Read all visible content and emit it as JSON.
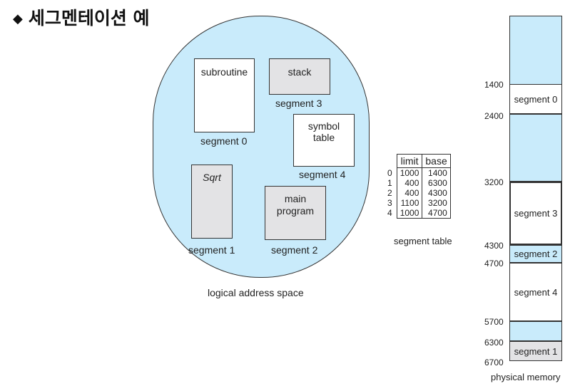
{
  "title": "세그멘테이션 예",
  "bullet_icon": "diamond-bullet-icon",
  "logical": {
    "caption": "logical address space",
    "segments": [
      {
        "box_text": "subroutine",
        "label": "segment 0"
      },
      {
        "box_text": "Sqrt",
        "label": "segment 1"
      },
      {
        "box_text": "main\nprogram",
        "label": "segment 2"
      },
      {
        "box_text": "stack",
        "label": "segment 3"
      },
      {
        "box_text": "symbol\ntable",
        "label": "segment 4"
      }
    ]
  },
  "segment_table": {
    "caption": "segment table",
    "headers": [
      "limit",
      "base"
    ],
    "rows": [
      {
        "index": "0",
        "limit": "1000",
        "base": "1400"
      },
      {
        "index": "1",
        "limit": "400",
        "base": "6300"
      },
      {
        "index": "2",
        "limit": "400",
        "base": "4300"
      },
      {
        "index": "3",
        "limit": "1100",
        "base": "3200"
      },
      {
        "index": "4",
        "limit": "1000",
        "base": "4700"
      }
    ]
  },
  "physical": {
    "caption": "physical memory",
    "addresses": [
      "1400",
      "2400",
      "3200",
      "4300",
      "4700",
      "5700",
      "6300",
      "6700"
    ],
    "blocks": [
      "segment 0",
      "segment 3",
      "segment 2",
      "segment 4",
      "segment 1"
    ]
  },
  "colors": {
    "segment_fill": "#c9ebfb",
    "gray_box": "#e3e3e5"
  }
}
